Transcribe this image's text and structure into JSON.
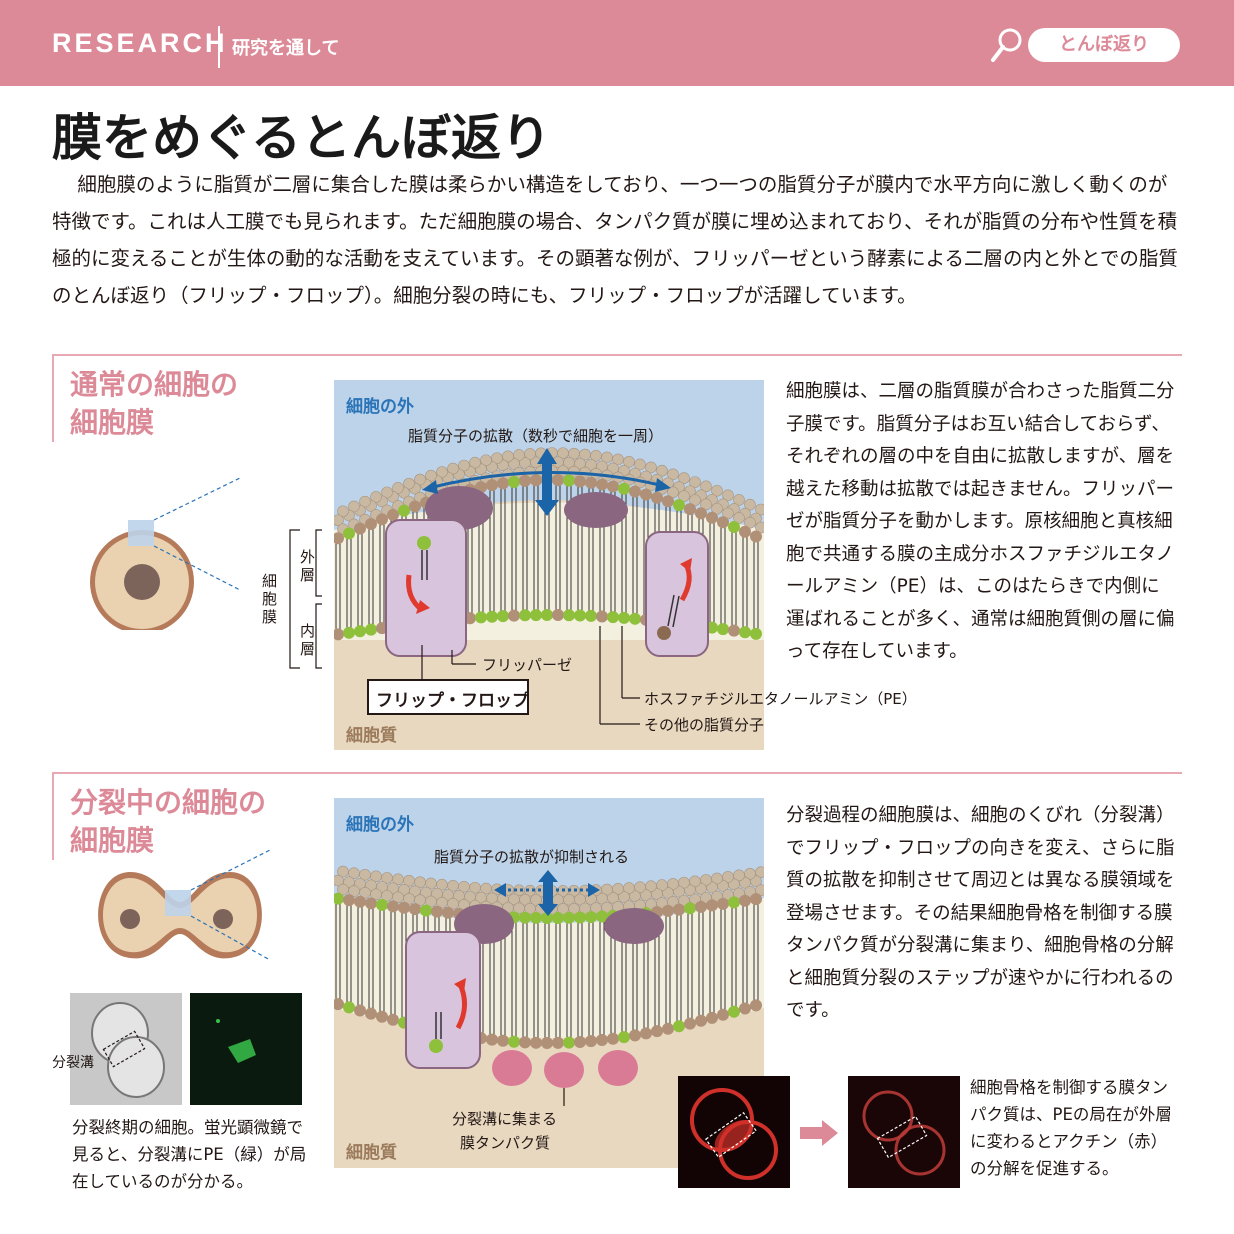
{
  "header": {
    "brand": "RESEARCH",
    "subtitle": "研究を通して",
    "tag": "とんぼ返り"
  },
  "title": "膜をめぐるとんぼ返り",
  "intro": "細胞膜のように脂質が二層に集合した膜は柔らかい構造をしており、一つ一つの脂質分子が膜内で水平方向に激しく動くのが特徴です。これは人工膜でも見られます。ただ細胞膜の場合、タンパク質が膜に埋め込まれており、それが脂質の分布や性質を積極的に変えることが生体の動的な活動を支えています。その顕著な例が、フリッパーゼという酵素による二層の内と外とでの脂質のとんぼ返り（フリップ・フロップ）。細胞分裂の時にも、フリップ・フロップが活躍しています。",
  "section1": {
    "title_line1": "通常の細胞の",
    "title_line2": "細胞膜",
    "outside_label": "細胞の外",
    "cytoplasm_label": "細胞質",
    "diffusion_label": "脂質分子の拡散（数秒で細胞を一周）",
    "membrane_label": "細胞膜",
    "outer_layer": "外層",
    "inner_layer": "内層",
    "flippase_label": "フリッパーゼ",
    "flipflop_label": "フリップ・フロップ",
    "pe_label": "ホスファチジルエタノールアミン（PE）",
    "other_lipid_label": "その他の脂質分子",
    "description": "細胞膜は、二層の脂質膜が合わさった脂質二分子膜です。脂質分子はお互い結合しておらず、それぞれの層の中を自由に拡散しますが、層を越えた移動は拡散では起きません。フリッパーゼが脂質分子を動かします。原核細胞と真核細胞で共通する膜の主成分ホスファチジルエタノールアミン（PE）は、このはたらきで内側に運ばれることが多く、通常は細胞質側の層に偏って存在しています。"
  },
  "section2": {
    "title_line1": "分裂中の細胞の",
    "title_line2": "細胞膜",
    "outside_label": "細胞の外",
    "cytoplasm_label": "細胞質",
    "diffusion_label": "脂質分子の拡散が抑制される",
    "furrow_protein_label_1": "分裂溝に集まる",
    "furrow_protein_label_2": "膜タンパク質",
    "furrow_label": "分裂溝",
    "photo_caption": "分裂終期の細胞。蛍光顕微鏡で見ると、分裂溝にPE（緑）が局在しているのが分かる。",
    "description": "分裂過程の細胞膜は、細胞のくびれ（分裂溝）でフリップ・フロップの向きを変え、さらに脂質の拡散を抑制させて周辺とは異なる膜領域を登場させます。その結果細胞骨格を制御する膜タンパク質が分裂溝に集まり、細胞骨格の分解と細胞質分裂のステップが速やかに行われるのです。",
    "red_caption": "細胞骨格を制御する膜タンパク質は、PEの局在が外層に変わるとアクチン（赤）の分解を促進する。"
  },
  "colors": {
    "pink": "#dd8a98",
    "blue": "#2b74b8",
    "sky": "#bcd3ea",
    "cytoplasm": "#e8d8c0",
    "lipid_head": "#c9b9a3",
    "pe_head": "#8fc03c",
    "flippase": "#d8c4dc",
    "arrow_red": "#e03a2f"
  }
}
